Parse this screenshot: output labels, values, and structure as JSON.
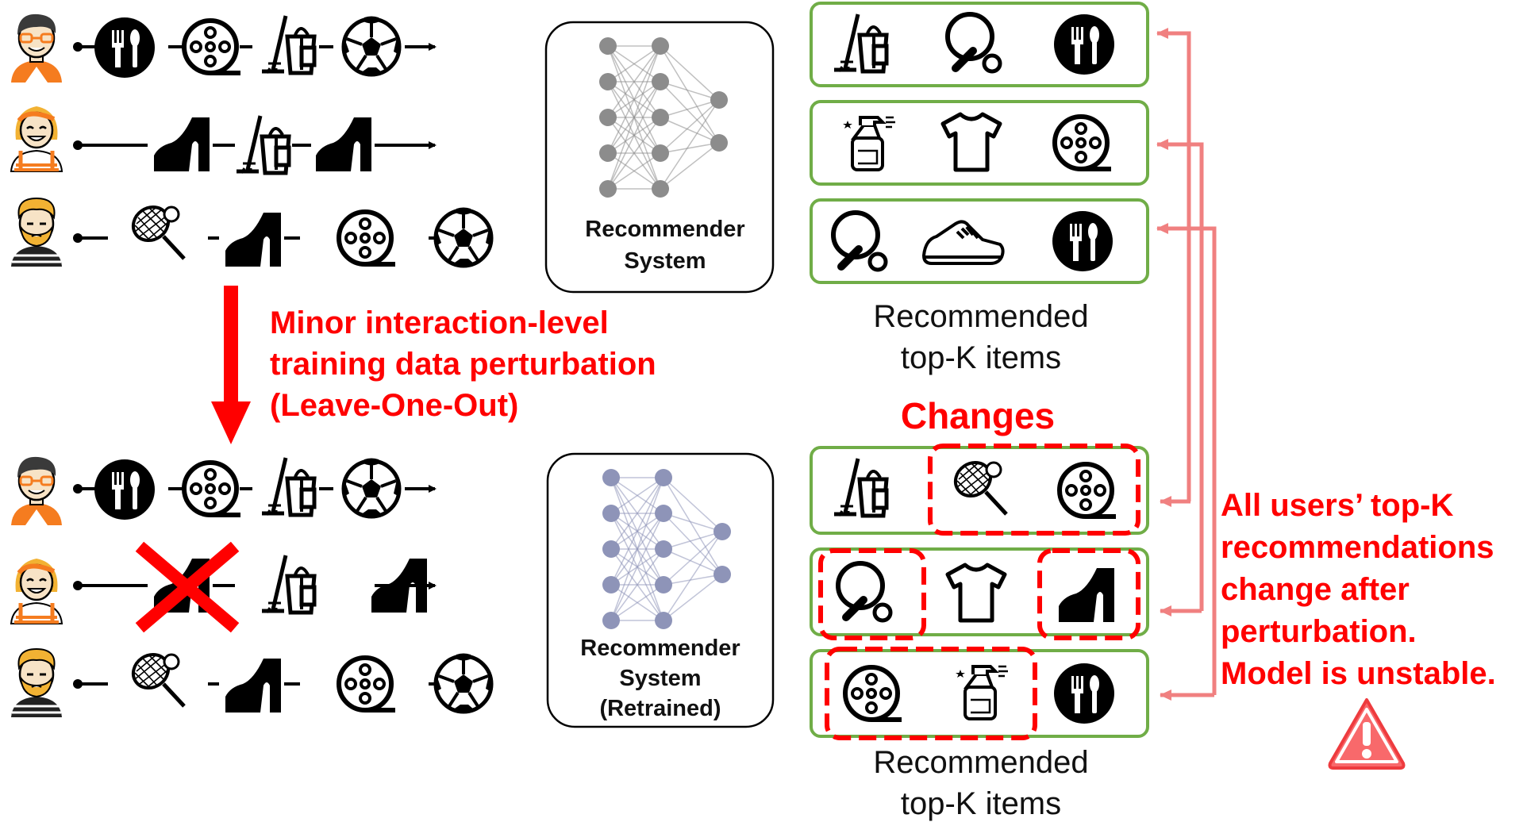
{
  "top": {
    "system_line1": "Recommender",
    "system_line2": "System",
    "caption_line1": "Recommended",
    "caption_line2": "top-K items"
  },
  "perturbation": {
    "line1": "Minor interaction-level",
    "line2": "training data perturbation",
    "line3": "(Leave-One-Out)"
  },
  "changes_label": "Changes",
  "bottom": {
    "system_line1": "Recommender",
    "system_line2": "System",
    "system_line3": "(Retrained)",
    "caption_line1": "Recommended",
    "caption_line2": "top-K items"
  },
  "note": {
    "line1": "All users’ top-K",
    "line2": "recommendations",
    "line3": "change after",
    "line4": "perturbation.",
    "line5": "Model is unstable."
  },
  "users": [
    {
      "avatar": "man-glasses-avatar-icon",
      "hair": "#3a3a3a",
      "shirt": "#f57c1f"
    },
    {
      "avatar": "woman-avatar-icon",
      "hair": "#f2b233",
      "shirt": "#f57c1f"
    },
    {
      "avatar": "bearded-man-avatar-icon",
      "hair": "#f2b233",
      "shirt": "#222222"
    }
  ],
  "colors": {
    "accent_red": "#ff0000",
    "box_green": "#70ad47",
    "arrow_pink": "#f08080",
    "nn_gray": "#8c8c8c",
    "nn_blue": "#8e94b8"
  }
}
